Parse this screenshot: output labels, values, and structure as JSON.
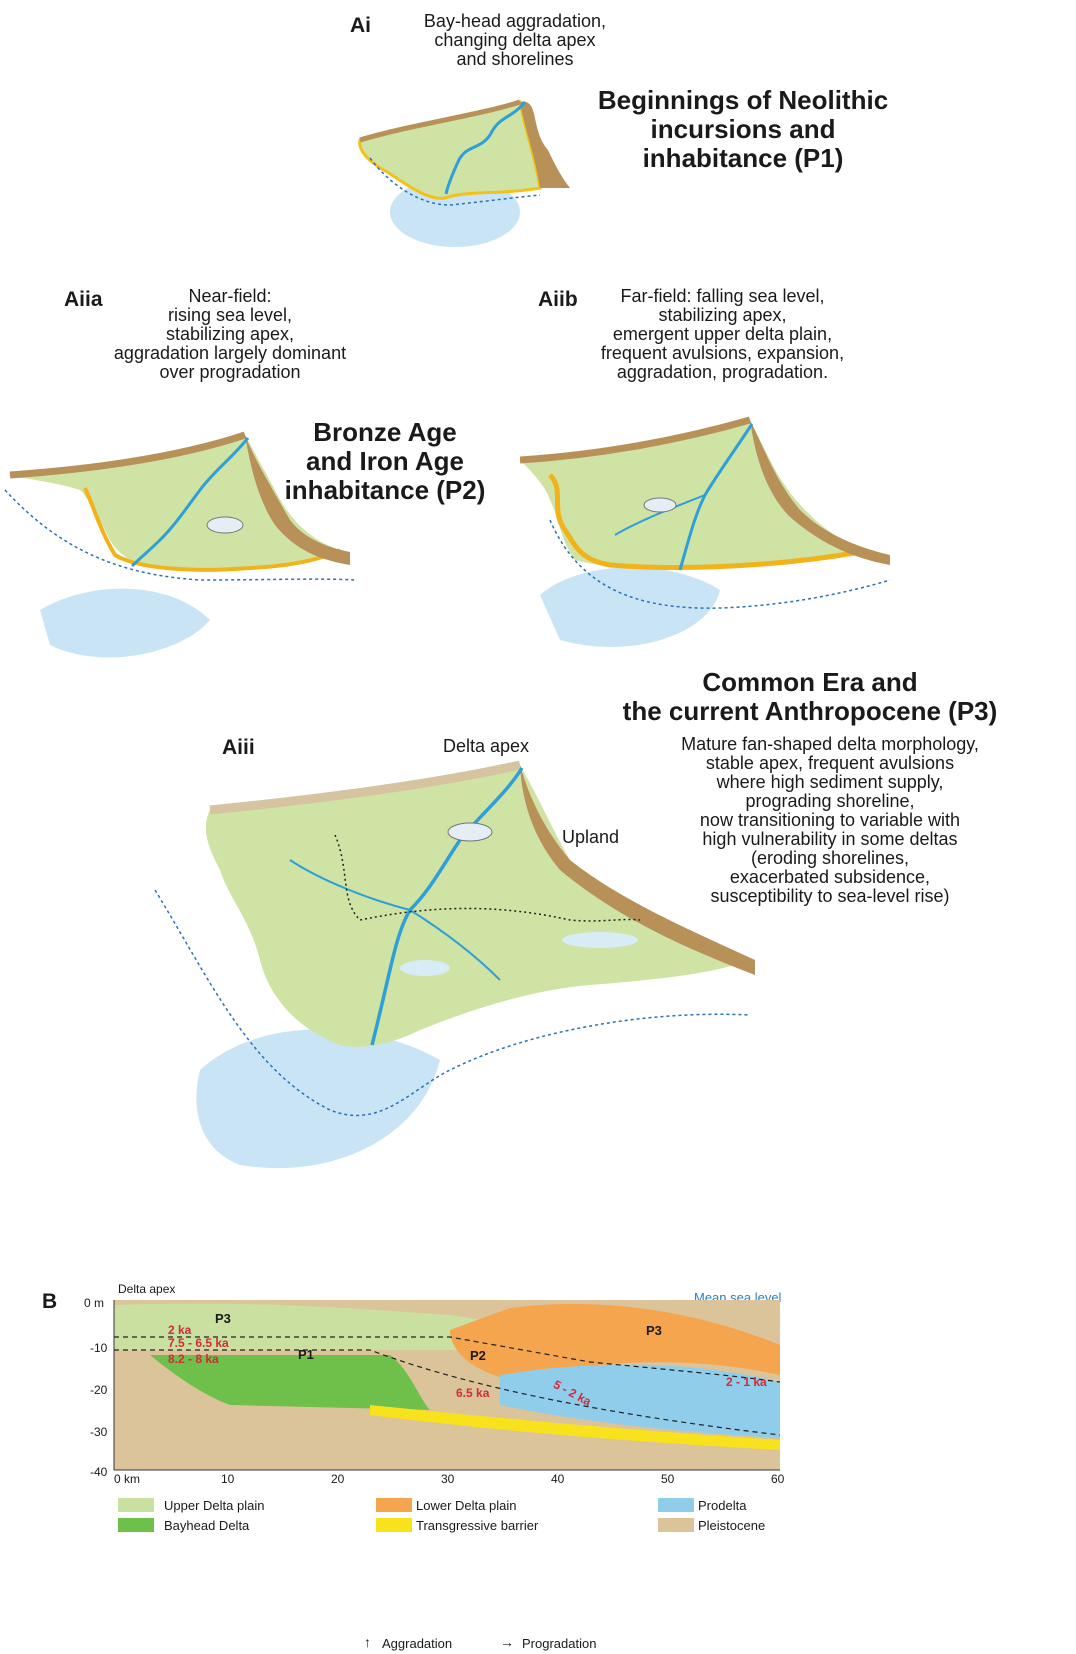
{
  "panel_ai": {
    "label": "Ai",
    "desc": [
      "Bay-head aggradation,",
      "changing delta apex",
      "and shorelines"
    ],
    "title": [
      "Beginnings of Neolithic",
      "incursions and",
      "inhabitance (P1)"
    ]
  },
  "panel_aiia": {
    "label": "Aiia",
    "desc": [
      "Near-field:",
      "rising sea level,",
      "stabilizing apex,",
      "aggradation largely dominant",
      "over progradation"
    ]
  },
  "panel_aiib": {
    "label": "Aiib",
    "desc": [
      "Far-field: falling sea level,",
      "stabilizing apex,",
      "emergent upper delta plain,",
      "frequent avulsions, expansion,",
      "aggradation, progradation."
    ]
  },
  "panel_p2_title": [
    "Bronze Age",
    "and Iron Age",
    "inhabitance (P2)"
  ],
  "panel_aiii": {
    "label": "Aiii",
    "apex_label": "Delta apex",
    "upland_label": "Upland",
    "title": [
      "Common Era and",
      "the current Anthropocene (P3)"
    ],
    "desc": [
      "Mature fan-shaped delta morphology,",
      "stable apex, frequent avulsions",
      "where high sediment supply,",
      "prograding shoreline,",
      "now transitioning to variable with",
      "high vulnerability in some deltas",
      "(eroding shorelines,",
      "exacerbated subsidence,",
      "susceptibility to sea-level rise)"
    ]
  },
  "section_b": {
    "label": "B",
    "apex_label": "Delta apex",
    "msl_label": "Mean sea level",
    "y_ticks": [
      "0 m",
      "-10",
      "-20",
      "-30",
      "-40"
    ],
    "x_ticks": [
      "0 km",
      "10",
      "20",
      "30",
      "40",
      "50",
      "60"
    ],
    "ages": [
      "2 ka",
      "7.5 - 6.5 ka",
      "8.2 - 8 ka",
      "6.5 ka",
      "5 - 2 ka",
      "2 - 1 ka"
    ],
    "phases": [
      "P3",
      "P1",
      "P2",
      "P3"
    ],
    "legend": [
      {
        "label": "Upper Delta plain",
        "color": "#c9e0a1"
      },
      {
        "label": "Bayhead Delta",
        "color": "#6fbf4b"
      },
      {
        "label": "Lower Delta plain",
        "color": "#f5a54d"
      },
      {
        "label": "Transgressive barrier",
        "color": "#f7e21c"
      },
      {
        "label": "Prodelta",
        "color": "#8fcdea"
      },
      {
        "label": "Pleistocene",
        "color": "#dcc49a"
      }
    ],
    "arrow_legend": [
      "Aggradation",
      "Progradation"
    ]
  },
  "colors": {
    "delta": "#cfe3a5",
    "upland": "#b89158",
    "river": "#2f9fd8",
    "shoreline": "#f2c21a",
    "prodelta": "#b3dcf1",
    "age_text": "#d12a3a",
    "msl_text": "#2a7fc6"
  }
}
